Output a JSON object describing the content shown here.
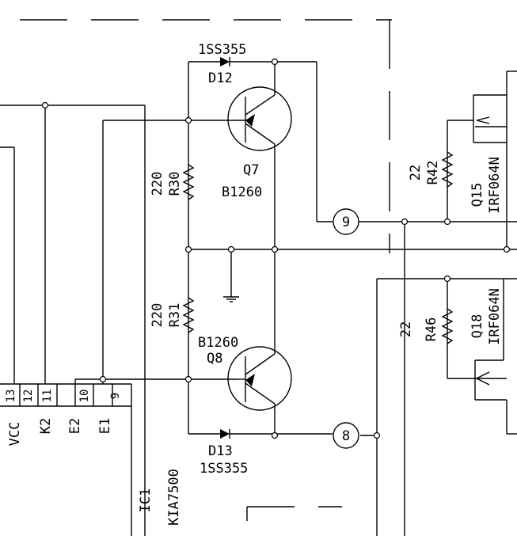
{
  "components": {
    "d12": {
      "ref": "D12",
      "part": "1SS355"
    },
    "d13": {
      "ref": "D13",
      "part": "1SS355"
    },
    "q7": {
      "ref": "Q7",
      "part": "B1260"
    },
    "q8": {
      "ref": "Q8",
      "part": "B1260"
    },
    "r30": {
      "ref": "R30",
      "value": "220"
    },
    "r31": {
      "ref": "R31",
      "value": "220"
    },
    "r42": {
      "ref": "R42",
      "value": "22"
    },
    "r46": {
      "ref": "R46",
      "value": "22"
    },
    "q15": {
      "ref": "Q15",
      "part": "IRF064N"
    },
    "q18": {
      "ref": "Q18",
      "part": "IRF064N"
    },
    "ic1": {
      "ref": "IC1",
      "part": "KIA7500"
    }
  },
  "ic_pins": {
    "numbers": [
      "13",
      "12",
      "11",
      "10",
      "9"
    ],
    "names": [
      "VCC",
      "K2",
      "E2",
      "E1"
    ]
  },
  "connectors": {
    "c9": "9",
    "c8": "8"
  }
}
